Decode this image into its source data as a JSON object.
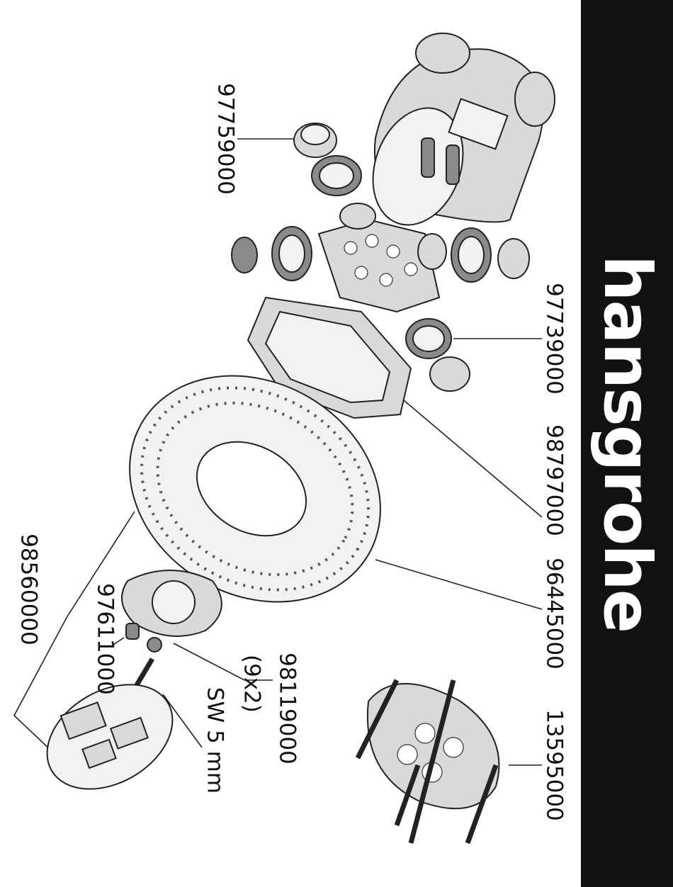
{
  "brand": {
    "name": "hansgrohe"
  },
  "part_numbers": {
    "p1": "97759000",
    "p2": "97739000",
    "p3": "98797000",
    "p4": "96445000",
    "p5": "13595000",
    "p6": "98119000",
    "p6_qty": "(9x2)",
    "p7": "97611000",
    "p8": "98560000",
    "tool": "SW 5 mm"
  },
  "colors": {
    "bar": "#111111",
    "ink": "#222222"
  }
}
